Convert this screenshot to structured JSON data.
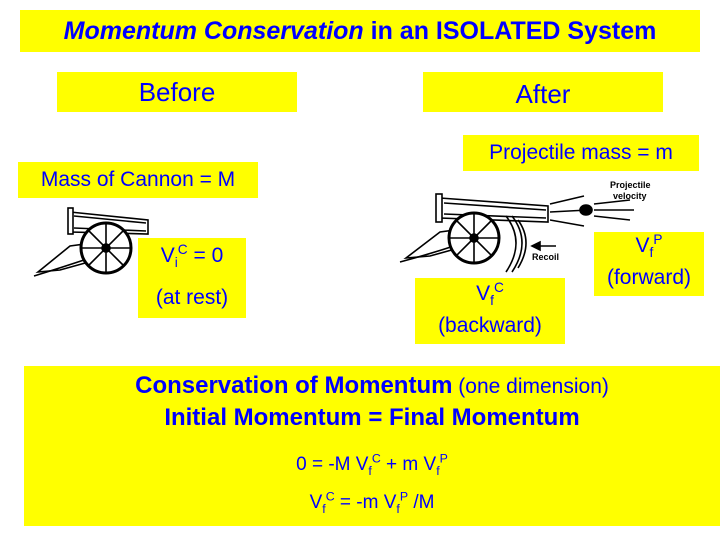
{
  "title": {
    "bold_italic": "Momentum Conservation",
    "rest": " in an ISOLATED System"
  },
  "before_label": "Before",
  "after_label": "After",
  "cannon_mass": "Mass of Cannon = M",
  "projectile_mass": "Projectile mass = m",
  "initial_velocity": {
    "v": "V",
    "sub": "i",
    "sup": "C",
    "rest": " = 0",
    "note": "(at rest)"
  },
  "projectile_velocity": {
    "v": "V",
    "sub": "f",
    "sup": "P",
    "note": "(forward)"
  },
  "cannon_final_velocity": {
    "v": "V",
    "sub": "f",
    "sup": "C",
    "note": "(backward)"
  },
  "figure_labels": {
    "projectile_velocity_1": "Projectile",
    "projectile_velocity_2": "velocity",
    "recoil": "Recoil"
  },
  "summary": {
    "heading": "Conservation of Momentum",
    "heading_note": " (one dimension)",
    "subheading": "Initial Momentum = Final Momentum",
    "equation1": {
      "a": "0 = -M V",
      "a_sub": "f",
      "a_sup": "C",
      "b": " + m V",
      "b_sub": "f",
      "b_sup": "P"
    },
    "equation2": {
      "a": "V",
      "a_sub": "f",
      "a_sup": "C",
      "b": " = -m V",
      "b_sub": "f",
      "b_sup": "P",
      "c": " /M"
    }
  },
  "colors": {
    "box_fill": "#ffff00",
    "text": "#0000ff"
  }
}
